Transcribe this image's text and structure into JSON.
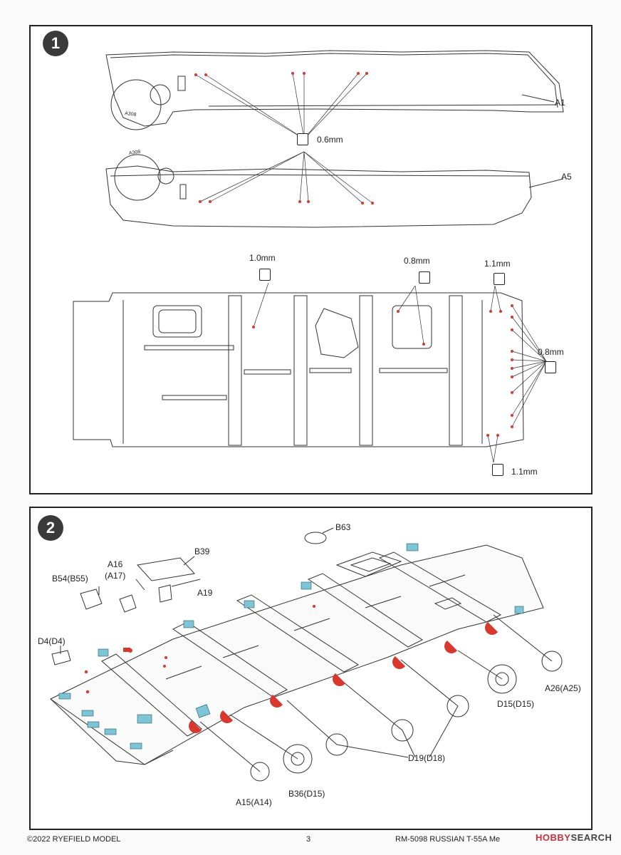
{
  "step1": {
    "number": "1",
    "parts": {
      "a1": "A1",
      "a5": "A5"
    },
    "drills": {
      "top": "0.6mm",
      "h10": "1.0mm",
      "h08a": "0.8mm",
      "h11a": "1.1mm",
      "h08b": "0.8mm",
      "h11b": "1.1mm"
    },
    "engraving_1": "A308",
    "engraving_2": "A308"
  },
  "step2": {
    "number": "2",
    "parts": {
      "b63": "B63",
      "b39": "B39",
      "a16": "A16",
      "a17": "(A17)",
      "a19": "A19",
      "b54": "B54(B55)",
      "d4": "D4(D4)",
      "a26": "A26(A25)",
      "d15": "D15(D15)",
      "d19": "D19(D18)",
      "a15": "A15(A14)",
      "b36": "B36(D15)"
    }
  },
  "footer": {
    "copyright": "©2022 RYEFIELD MODEL",
    "page": "3",
    "title": "RM-5098 RUSSIAN T-55A Me",
    "watermark_a": "HOBBY",
    "watermark_b": "SEARCH"
  },
  "colors": {
    "accent_red": "#d8382e",
    "accent_blue": "#7cc4d6",
    "line": "#333333"
  }
}
